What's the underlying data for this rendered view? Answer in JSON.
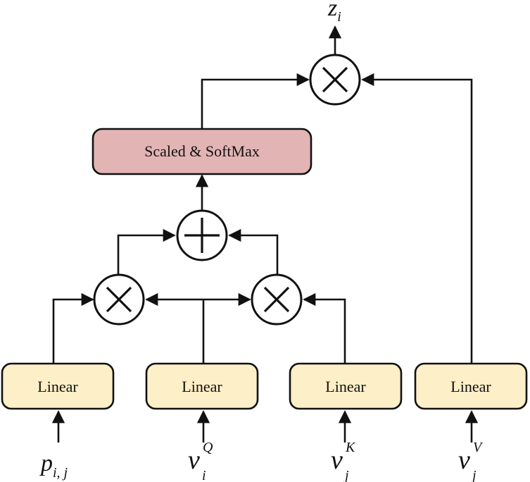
{
  "nodes": {
    "softmax": {
      "label": "Scaled & SoftMax",
      "fill": "#e2b4b4"
    },
    "linear_p": {
      "label": "Linear",
      "fill": "#fdefc7"
    },
    "linear_q": {
      "label": "Linear",
      "fill": "#fdefc7"
    },
    "linear_k": {
      "label": "Linear",
      "fill": "#fdefc7"
    },
    "linear_v": {
      "label": "Linear",
      "fill": "#fdefc7"
    }
  },
  "inputs": {
    "p": {
      "base": "p",
      "sub": "i, j",
      "sup": ""
    },
    "q": {
      "base": "v",
      "sub": "i",
      "sup": "Q"
    },
    "k": {
      "base": "v",
      "sub": "j",
      "sup": "K"
    },
    "v": {
      "base": "v",
      "sub": "j",
      "sup": "V"
    }
  },
  "output": {
    "base": "z",
    "sub": "i"
  },
  "operators": {
    "mul_left": "multiply-icon",
    "mul_right": "multiply-icon",
    "add": "add-icon",
    "mul_top": "multiply-icon"
  },
  "colors": {
    "stroke": "#111111"
  }
}
